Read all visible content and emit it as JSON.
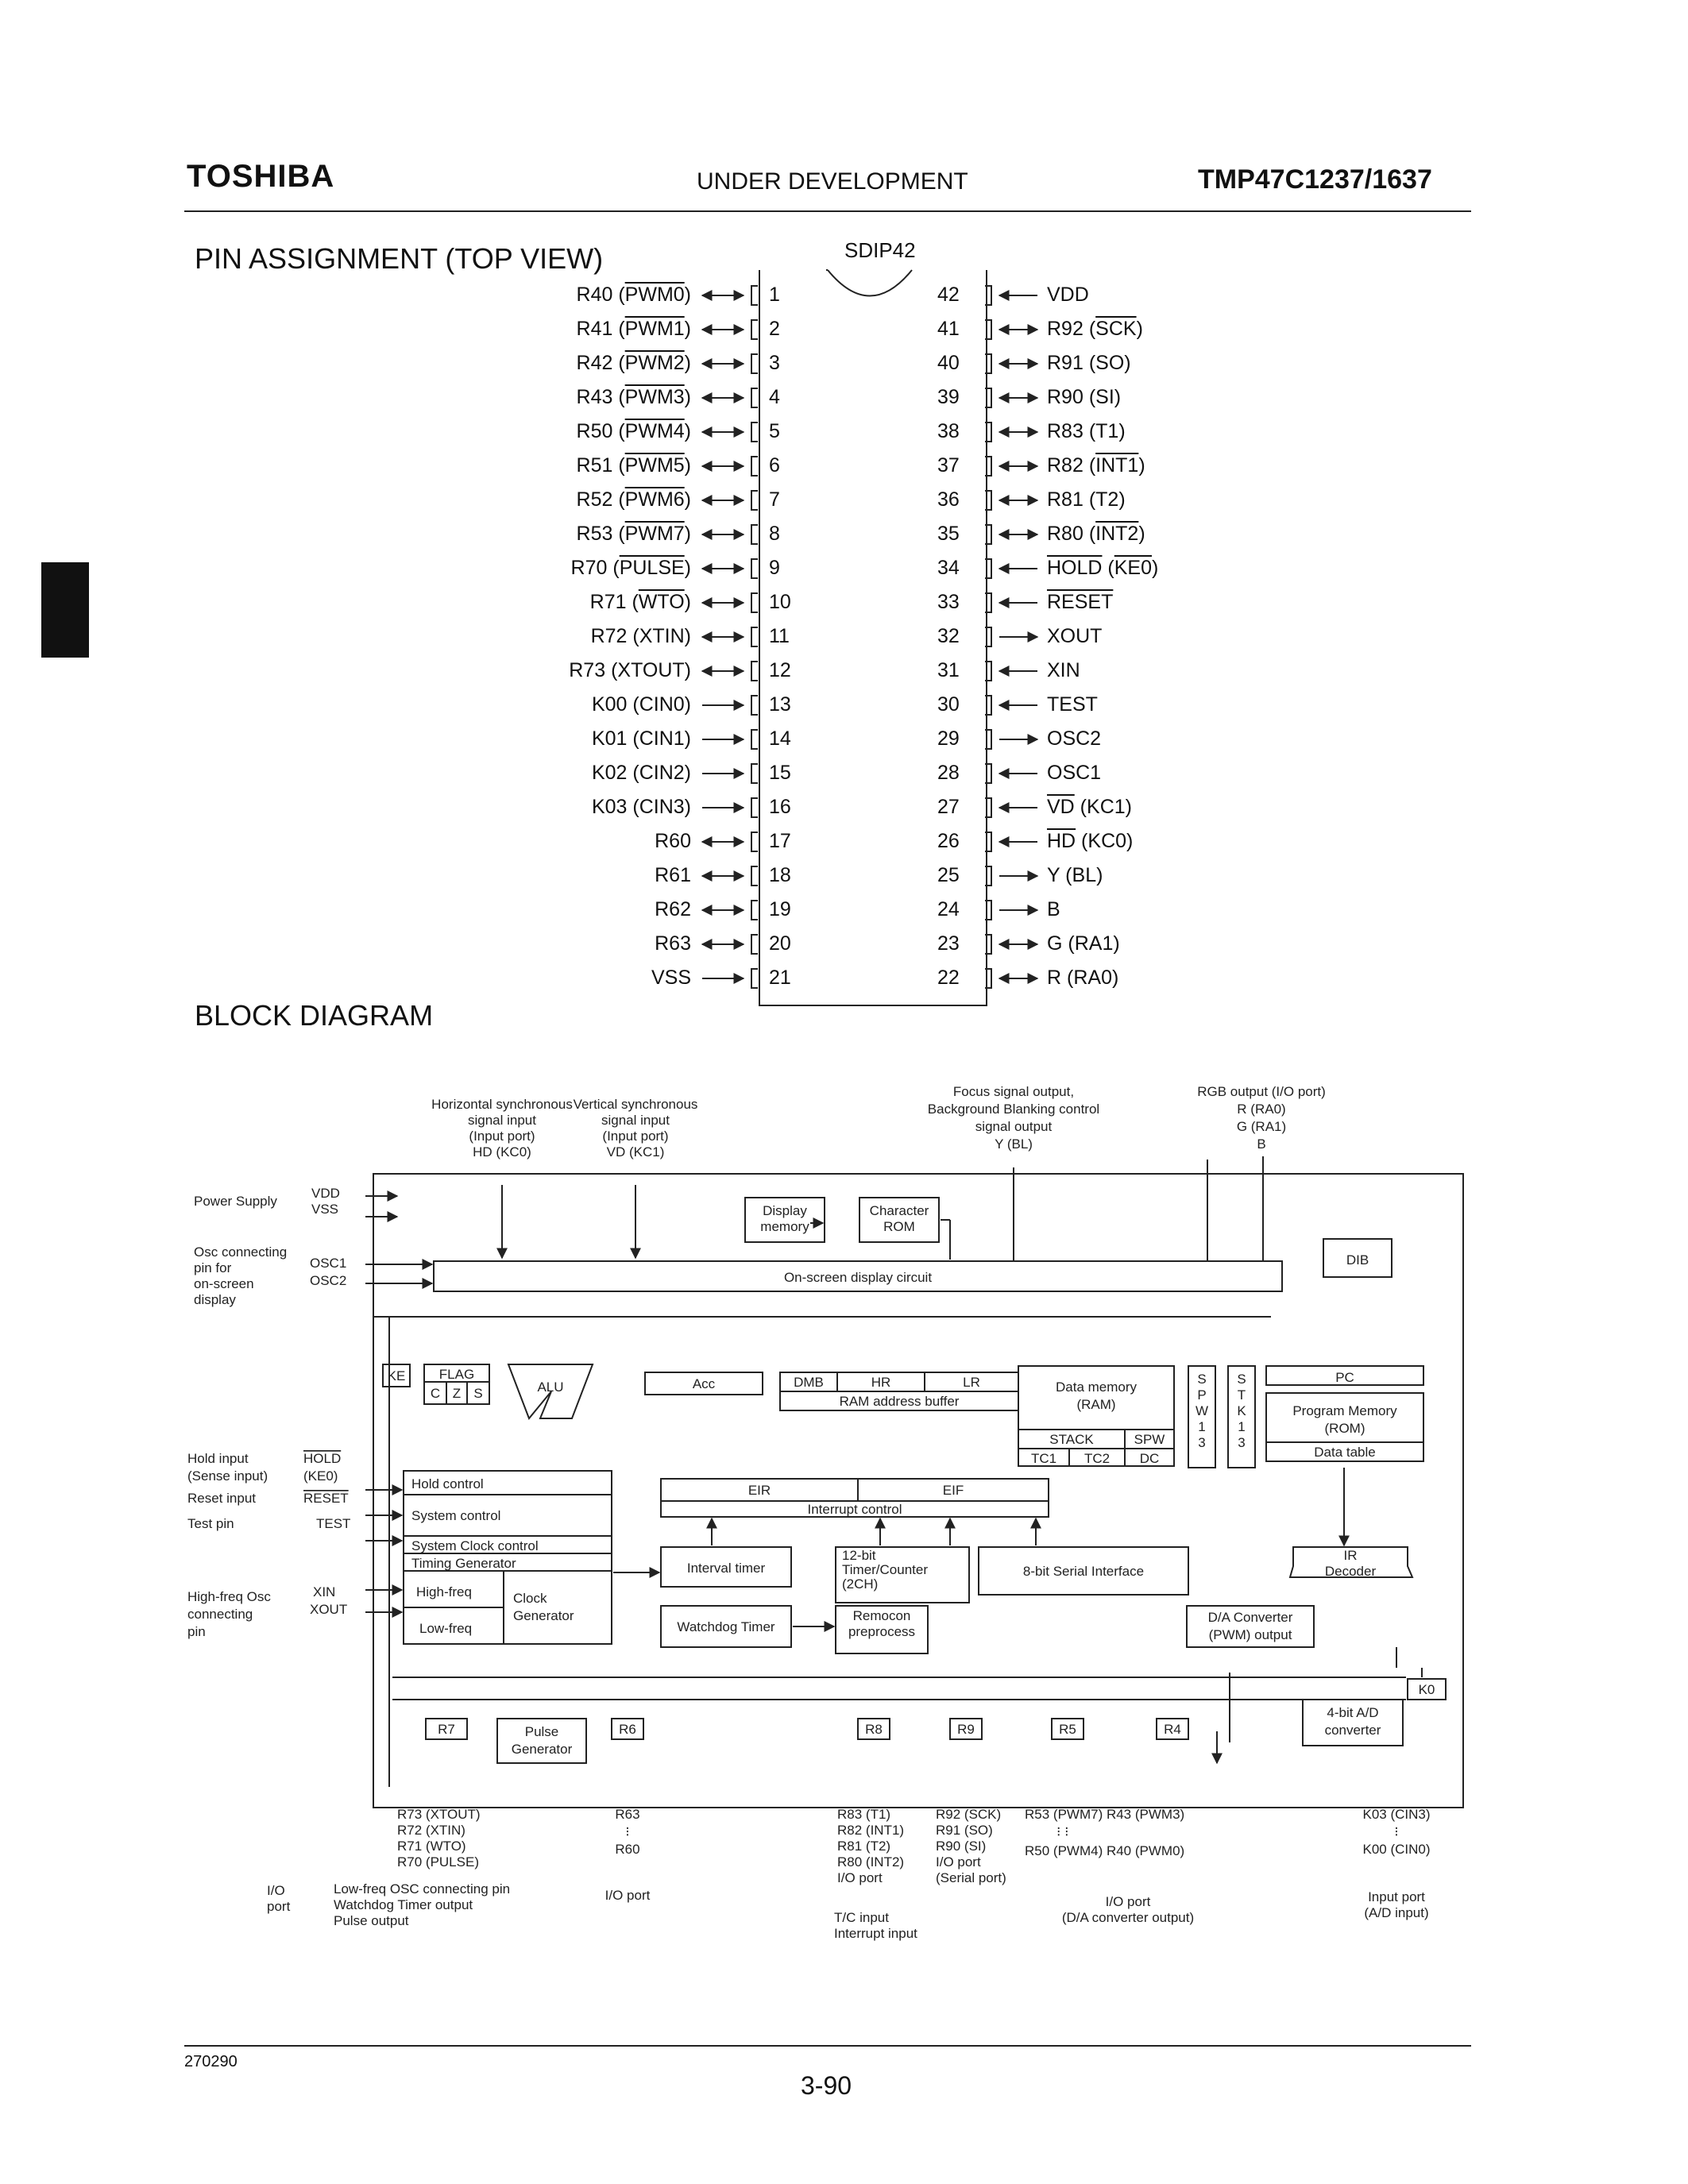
{
  "header": {
    "brand": "TOSHIBA",
    "status": "UNDER DEVELOPMENT",
    "part": "TMP47C1237/1637"
  },
  "pin_section": {
    "title": "PIN ASSIGNMENT  (TOP VIEW)",
    "package": "SDIP42"
  },
  "pins_left": [
    {
      "num": "1",
      "name": "R40",
      "fn": "PWM0",
      "bar": true,
      "dir": "both"
    },
    {
      "num": "2",
      "name": "R41",
      "fn": "PWM1",
      "bar": true,
      "dir": "both"
    },
    {
      "num": "3",
      "name": "R42",
      "fn": "PWM2",
      "bar": true,
      "dir": "both"
    },
    {
      "num": "4",
      "name": "R43",
      "fn": "PWM3",
      "bar": true,
      "dir": "both"
    },
    {
      "num": "5",
      "name": "R50",
      "fn": "PWM4",
      "bar": true,
      "dir": "both"
    },
    {
      "num": "6",
      "name": "R51",
      "fn": "PWM5",
      "bar": true,
      "dir": "both"
    },
    {
      "num": "7",
      "name": "R52",
      "fn": "PWM6",
      "bar": true,
      "dir": "both"
    },
    {
      "num": "8",
      "name": "R53",
      "fn": "PWM7",
      "bar": true,
      "dir": "both"
    },
    {
      "num": "9",
      "name": "R70",
      "fn": "PULSE",
      "bar": true,
      "dir": "both"
    },
    {
      "num": "10",
      "name": "R71",
      "fn": "WTO",
      "bar": true,
      "dir": "both"
    },
    {
      "num": "11",
      "name": "R72",
      "fn": "XTIN",
      "bar": false,
      "dir": "both"
    },
    {
      "num": "12",
      "name": "R73",
      "fn": "XTOUT",
      "bar": false,
      "dir": "both"
    },
    {
      "num": "13",
      "name": "K00",
      "fn": "CIN0",
      "bar": false,
      "dir": "in"
    },
    {
      "num": "14",
      "name": "K01",
      "fn": "CIN1",
      "bar": false,
      "dir": "in"
    },
    {
      "num": "15",
      "name": "K02",
      "fn": "CIN2",
      "bar": false,
      "dir": "in"
    },
    {
      "num": "16",
      "name": "K03",
      "fn": "CIN3",
      "bar": false,
      "dir": "in"
    },
    {
      "num": "17",
      "name": "R60",
      "fn": "",
      "bar": false,
      "dir": "both"
    },
    {
      "num": "18",
      "name": "R61",
      "fn": "",
      "bar": false,
      "dir": "both"
    },
    {
      "num": "19",
      "name": "R62",
      "fn": "",
      "bar": false,
      "dir": "both"
    },
    {
      "num": "20",
      "name": "R63",
      "fn": "",
      "bar": false,
      "dir": "both"
    },
    {
      "num": "21",
      "name": "VSS",
      "fn": "",
      "bar": false,
      "dir": "in"
    }
  ],
  "pins_right": [
    {
      "num": "42",
      "name": "VDD",
      "fn": "",
      "bar": false,
      "dir": "in"
    },
    {
      "num": "41",
      "name": "R92",
      "fn": "SCK",
      "bar": true,
      "dir": "both"
    },
    {
      "num": "40",
      "name": "R91",
      "fn": "SO",
      "bar": false,
      "dir": "both"
    },
    {
      "num": "39",
      "name": "R90",
      "fn": "SI",
      "bar": false,
      "dir": "both"
    },
    {
      "num": "38",
      "name": "R83",
      "fn": "T1",
      "bar": false,
      "dir": "both"
    },
    {
      "num": "37",
      "name": "R82",
      "fn": "INT1",
      "bar": true,
      "dir": "both"
    },
    {
      "num": "36",
      "name": "R81",
      "fn": "T2",
      "bar": false,
      "dir": "both"
    },
    {
      "num": "35",
      "name": "R80",
      "fn": "INT2",
      "bar": true,
      "dir": "both"
    },
    {
      "num": "34",
      "name": "HOLD",
      "fn": "KE0",
      "bar": true,
      "namebar": true,
      "dir": "in"
    },
    {
      "num": "33",
      "name": "RESET",
      "fn": "",
      "bar": false,
      "namebar": true,
      "dir": "in"
    },
    {
      "num": "32",
      "name": "XOUT",
      "fn": "",
      "bar": false,
      "dir": "out"
    },
    {
      "num": "31",
      "name": "XIN",
      "fn": "",
      "bar": false,
      "dir": "in"
    },
    {
      "num": "30",
      "name": "TEST",
      "fn": "",
      "bar": false,
      "dir": "in"
    },
    {
      "num": "29",
      "name": "OSC2",
      "fn": "",
      "bar": false,
      "dir": "out"
    },
    {
      "num": "28",
      "name": "OSC1",
      "fn": "",
      "bar": false,
      "dir": "in"
    },
    {
      "num": "27",
      "name": "VD",
      "fn": "KC1",
      "bar": false,
      "namebar": true,
      "dir": "in"
    },
    {
      "num": "26",
      "name": "HD",
      "fn": "KC0",
      "bar": false,
      "namebar": true,
      "dir": "in"
    },
    {
      "num": "25",
      "name": "Y",
      "fn": "BL",
      "bar": false,
      "dir": "out"
    },
    {
      "num": "24",
      "name": "B",
      "fn": "",
      "bar": false,
      "dir": "out"
    },
    {
      "num": "23",
      "name": "G",
      "fn": "RA1",
      "bar": false,
      "dir": "both"
    },
    {
      "num": "22",
      "name": "R",
      "fn": "RA0",
      "bar": false,
      "dir": "both"
    }
  ],
  "block_section": {
    "title": "BLOCK DIAGRAM"
  },
  "diagram": {
    "top_hsync": [
      "Horizontal synchronous",
      "signal input",
      "(Input port)",
      "HD (KC0)"
    ],
    "top_vsync": [
      "Vertical synchronous",
      "signal input",
      "(Input port)",
      "VD (KC1)"
    ],
    "top_focus": [
      "Focus signal output,",
      "Background Blanking control",
      "signal output",
      "Y (BL)"
    ],
    "top_rgb": [
      "RGB output (I/O port)",
      "R (RA0)",
      "G (RA1)",
      "B"
    ],
    "left_power": "Power Supply",
    "left_vdd": "VDD",
    "left_vss": "VSS",
    "left_osc": [
      "Osc connecting",
      "pin for",
      "on-screen",
      "display"
    ],
    "left_osc1": "OSC1",
    "left_osc2": "OSC2",
    "left_hold": "Hold input",
    "left_hold_pin": "HOLD",
    "left_sense": "(Sense input)",
    "left_sense_pin": "(KE0)",
    "left_reset": "Reset input",
    "left_reset_pin": "RESET",
    "left_test": "Test pin",
    "left_test_pin": "TEST",
    "left_hf": [
      "High-freq Osc",
      "connecting",
      "pin"
    ],
    "left_xin": "XIN",
    "left_xout": "XOUT",
    "blk_display_mem": [
      "Display",
      "memory"
    ],
    "blk_char_rom": [
      "Character",
      "ROM"
    ],
    "blk_osd": "On-screen display circuit",
    "blk_dib": "DIB",
    "blk_ke": "KE",
    "blk_flag": "FLAG",
    "blk_c": "C",
    "blk_z": "Z",
    "blk_s": "S",
    "blk_alu": "ALU",
    "blk_acc": "Acc",
    "blk_dmb": "DMB",
    "blk_hr": "HR",
    "blk_lr": "LR",
    "blk_ram_buf": "RAM address buffer",
    "blk_data_mem": [
      "Data memory",
      "(RAM)"
    ],
    "blk_stack": "STACK",
    "blk_spw": "SPW",
    "blk_tc1": "TC1",
    "blk_tc2": "TC2",
    "blk_dc": "DC",
    "blk_spw13": [
      "S",
      "P",
      "W",
      "1",
      "3"
    ],
    "blk_stk13": [
      "S",
      "T",
      "K",
      "1",
      "3"
    ],
    "blk_pc": "PC",
    "blk_prog_mem": [
      "Program Memory",
      "(ROM)"
    ],
    "blk_data_table": "Data table",
    "blk_hold_ctrl": "Hold control",
    "blk_sys_ctrl": "System control",
    "blk_sys_clk": "System Clock control",
    "blk_timing": "Timing Generator",
    "blk_highfreq": "High-freq",
    "blk_lowfreq": "Low-freq",
    "blk_clock_gen": [
      "Clock",
      "Generator"
    ],
    "blk_eir": "EIR",
    "blk_eif": "EIF",
    "blk_int_ctrl": "Interrupt control",
    "blk_interval": "Interval timer",
    "blk_watchdog": "Watchdog Timer",
    "blk_timer": [
      "12-bit",
      "Timer/Counter",
      "(2CH)"
    ],
    "blk_serial": "8-bit Serial Interface",
    "blk_remocon": [
      "Remocon",
      "preprocess"
    ],
    "blk_ir": "IR",
    "blk_decoder": "Decoder",
    "blk_da": [
      "D/A Converter",
      "(PWM) output"
    ],
    "blk_ad": [
      "4-bit A/D",
      "converter"
    ],
    "blk_k0": "K0",
    "blk_r7": "R7",
    "blk_pulse": [
      "Pulse",
      "Generator"
    ],
    "blk_r6": "R6",
    "blk_r8": "R8",
    "blk_r9": "R9",
    "blk_r5": "R5",
    "blk_r4": "R4",
    "bot_r7": [
      "R73 (XTOUT)",
      "R72 (XTIN)",
      "R71 (WTO)",
      "R70 (PULSE)"
    ],
    "bot_io1": [
      "I/O",
      "port"
    ],
    "bot_r7_fn": [
      "Low-freq OSC connecting pin",
      "Watchdog Timer output",
      "Pulse output"
    ],
    "bot_r6": [
      "R63",
      "⁝",
      "R60"
    ],
    "bot_r6_port": "I/O port",
    "bot_r8": [
      "R83 (T1)",
      "R82 (INT1)",
      "R81 (T2)",
      "R80 (INT2)",
      "I/O port"
    ],
    "bot_r8_fn": [
      "T/C input",
      "Interrupt input"
    ],
    "bot_r9": [
      "R92 (SCK)",
      "R91 (SO)",
      "R90 (SI)",
      "I/O port",
      "(Serial port)"
    ],
    "bot_r54_top": "R53 (PWM7)  R43 (PWM3)",
    "bot_r54_mid": "⁝             ⁝",
    "bot_r54_bot": "R50 (PWM4)  R40 (PWM0)",
    "bot_r54_port": [
      "I/O port",
      "(D/A converter output)"
    ],
    "bot_k0": [
      "K03 (CIN3)",
      "⁝",
      "K00 (CIN0)"
    ],
    "bot_k0_port": [
      "Input port",
      "(A/D input)"
    ]
  },
  "footer": {
    "code": "270290",
    "page": "3-90"
  }
}
